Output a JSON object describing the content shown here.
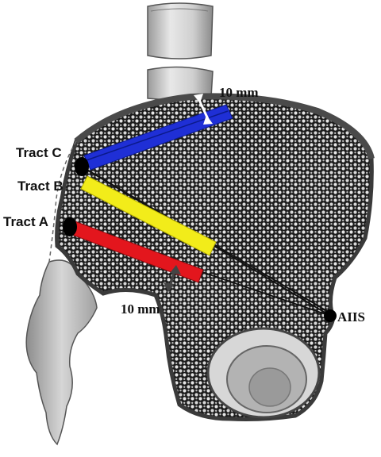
{
  "labels": {
    "tract_c": "Tract C",
    "tract_b": "Tract B",
    "tract_a": "Tract A",
    "aiis": "AIIS",
    "dist_top": "10 mm",
    "dist_bottom": "10 mm"
  },
  "colors": {
    "tract_c": "#1f2fd6",
    "tract_b": "#f2ec1a",
    "tract_a": "#e3161d",
    "bone_fill": "#8a8a8a",
    "cortex": "#3a3a3a",
    "vertebra": "#d2d2d2"
  }
}
